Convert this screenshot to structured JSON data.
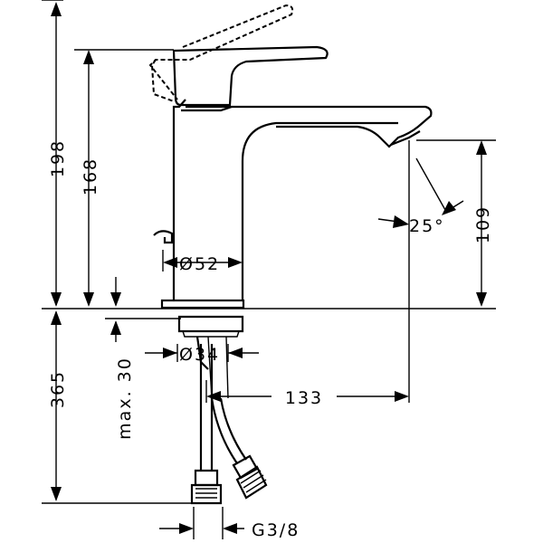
{
  "dimensions": {
    "height_total": "198",
    "height_spout": "168",
    "spout_outlet_height": "109",
    "spray_angle": "25°",
    "body_diameter": "Ø52",
    "shank_diameter": "Ø34",
    "max_counter_thickness": "max. 30",
    "hose_length": "365",
    "reach": "133",
    "connection_thread": "G3/8"
  }
}
